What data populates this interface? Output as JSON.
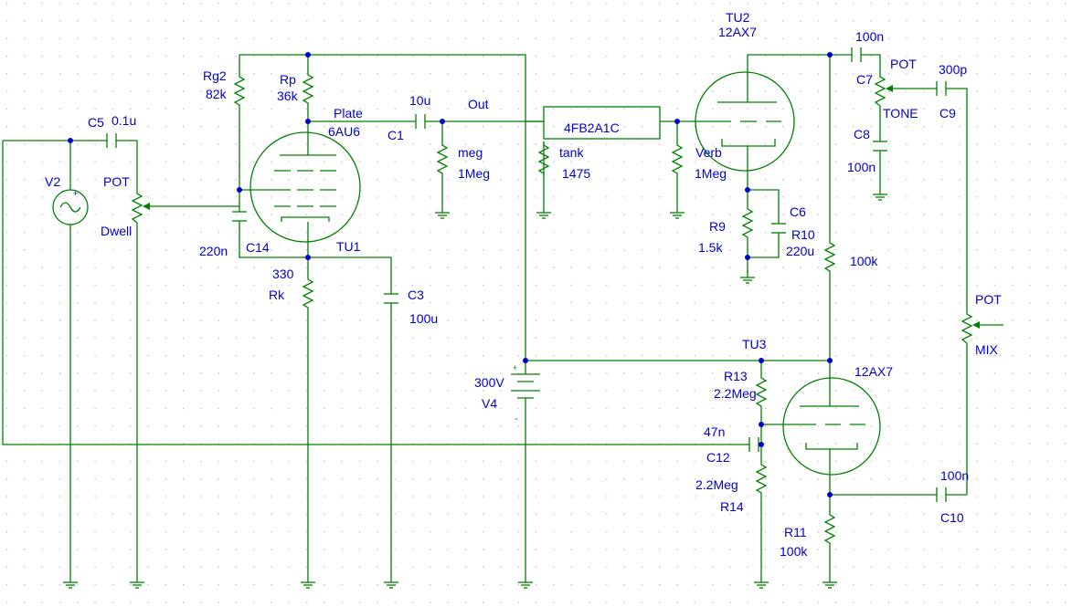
{
  "colors": {
    "wire": "#008000",
    "label": "#0000cc",
    "grid": "#b0b0b0",
    "background": "#ffffff"
  },
  "components": {
    "v2": {
      "name": "V2"
    },
    "c5": {
      "name": "C5",
      "value": "0.1u"
    },
    "pot_dwell": {
      "type": "POT",
      "name": "Dwell"
    },
    "rg2": {
      "name": "Rg2",
      "value": "82k"
    },
    "rp": {
      "name": "Rp",
      "value": "36k"
    },
    "plate_label": "Plate",
    "tu1": {
      "name": "TU1",
      "model": "6AU6"
    },
    "c14": {
      "name": "C14",
      "value": "220n"
    },
    "rk": {
      "name": "Rk",
      "value": "330"
    },
    "c3": {
      "name": "C3",
      "value": "100u"
    },
    "c1": {
      "name": "C1",
      "value": "10u"
    },
    "out_label": "Out",
    "meg": {
      "name": "meg",
      "value": "1Meg"
    },
    "tank_box": {
      "model": "4FB2A1C"
    },
    "tank_res": {
      "name": "tank",
      "value": "1475"
    },
    "v4": {
      "name": "V4",
      "value": "300V",
      "plus": "+",
      "minus": "-"
    },
    "tu2": {
      "name": "TU2",
      "model": "12AX7"
    },
    "verb": {
      "name": "Verb",
      "value": "1Meg"
    },
    "r9": {
      "name": "R9",
      "value": "1.5k"
    },
    "c6": {
      "name": "C6"
    },
    "r10": {
      "name": "R10",
      "value": "220u"
    },
    "c7": {
      "name": "C7",
      "value": "100n"
    },
    "pot_tone": {
      "type": "POT",
      "name": "TONE"
    },
    "c8": {
      "name": "C8",
      "value": "100n"
    },
    "c9": {
      "name": "C9",
      "value": "300p"
    },
    "r_plate2": {
      "value": "100k"
    },
    "pot_mix": {
      "type": "POT",
      "name": "MIX"
    },
    "tu3": {
      "name": "TU3",
      "model": "12AX7"
    },
    "r13": {
      "name": "R13",
      "value": "2.2Meg"
    },
    "c12": {
      "name": "C12",
      "value": "47n"
    },
    "r14": {
      "name": "R14",
      "value": "2.2Meg"
    },
    "r11": {
      "name": "R11",
      "value": "100k"
    },
    "c10": {
      "name": "C10",
      "value": "100n"
    }
  }
}
